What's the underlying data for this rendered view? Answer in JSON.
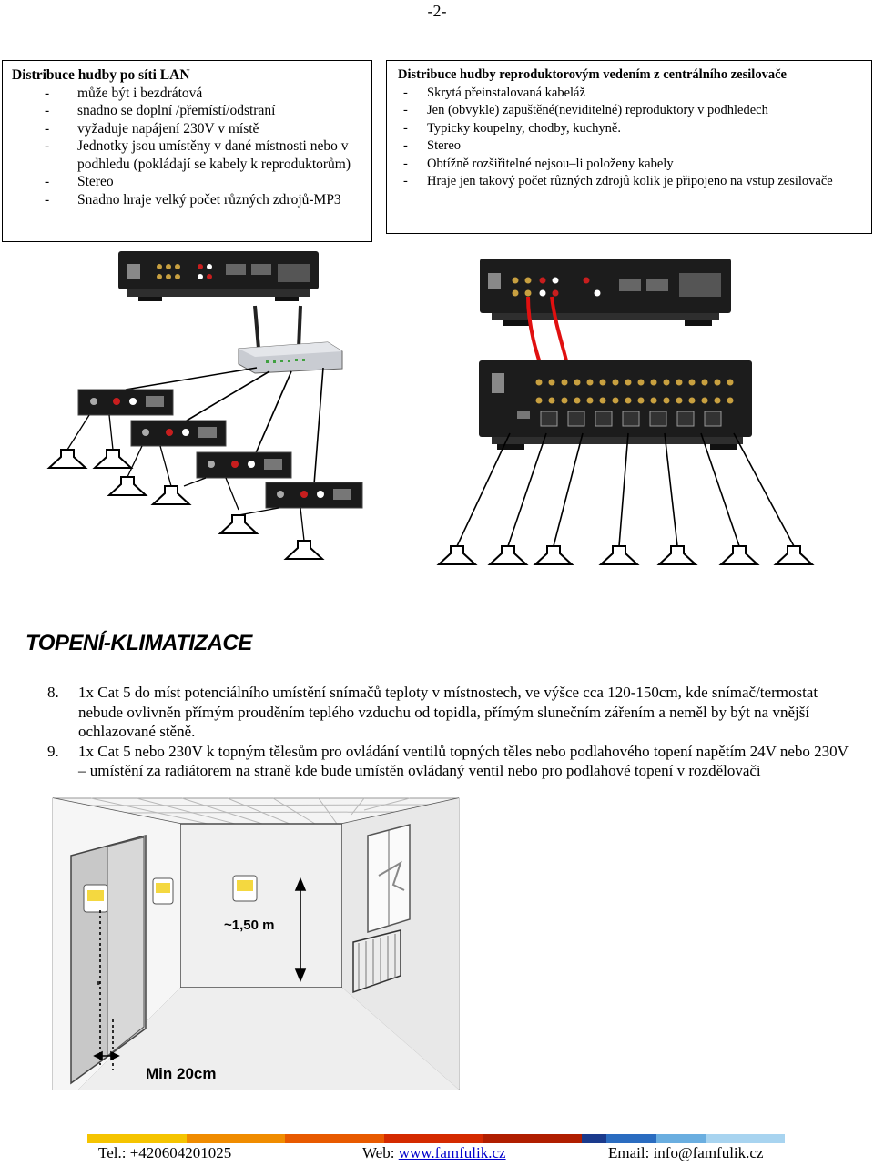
{
  "page": {
    "number": "-2-"
  },
  "left_box": {
    "title": "Distribuce hudby po síti LAN",
    "items": [
      "může být i bezdrátová",
      "snadno se doplní /přemístí/odstraní",
      "vyžaduje napájení 230V v místě",
      "Jednotky jsou umístěny v dané místnosti nebo v podhledu (pokládají se kabely k reproduktorům)",
      "Stereo",
      "Snadno hraje velký počet různých zdrojů-MP3"
    ]
  },
  "right_box": {
    "title": "Distribuce hudby reproduktorovým vedením z centrálního zesilovače",
    "items": [
      "Skrytá přeinstalovaná kabeláž",
      "Jen (obvykle) zapuštěné(neviditelné) reproduktory v podhledech",
      "Typicky koupelny, chodby, kuchyně.",
      "Stereo",
      "Obtížně rozšiřitelné nejsou–li položeny kabely",
      "Hraje jen takový počet různých zdrojů kolik je připojeno na vstup zesilovače"
    ]
  },
  "section": {
    "title": "TOPENÍ-KLIMATIZACE",
    "items": [
      {
        "num": "8.",
        "text": "1x Cat 5 do míst potenciálního umístění snímačů teploty v místnostech, ve výšce cca 120-150cm, kde snímač/termostat nebude ovlivněn přímým prouděním teplého vzduchu od topidla, přímým slunečním zářením a neměl by být na vnější ochlazované stěně."
      },
      {
        "num": "9.",
        "text": "1x Cat 5 nebo 230V k topným tělesům pro ovládání ventilů topných těles nebo podlahového topení napětím 24V nebo 230V – umístění za radiátorem na straně kde bude umístěn ovládaný ventil nebo pro podlahové topení v rozdělovači"
      }
    ]
  },
  "room_figure": {
    "height_label": "~1,50 m",
    "distance_label": "Min 20cm"
  },
  "footer": {
    "tel": "Tel.: +420604201025",
    "web_label": "Web: ",
    "web_link": "www.famfulik.cz",
    "email": "Email: info@famfulik.cz",
    "bar_colors": [
      "#f5c400",
      "#f08c00",
      "#e85a00",
      "#d42a00",
      "#b01e00",
      "#1a3a8c",
      "#2a6cc0",
      "#6aaee0",
      "#a8d4f0"
    ]
  },
  "colors": {
    "cable_red": "#e01010",
    "device_dark": "#1c1c1c"
  }
}
